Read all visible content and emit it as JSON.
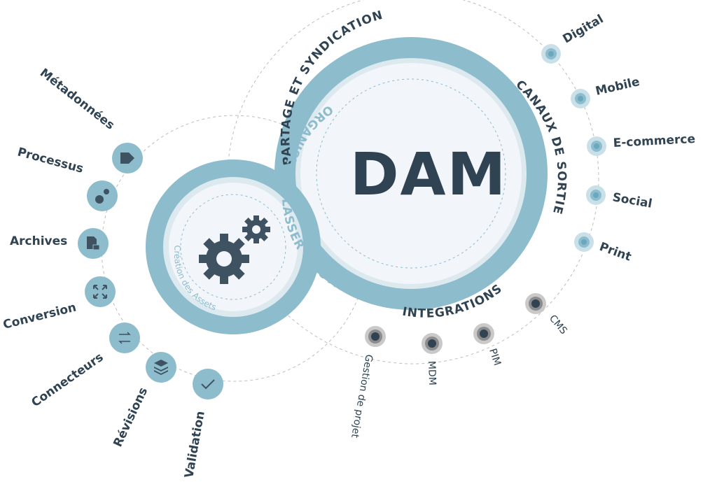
{
  "center": {
    "title": "DAM",
    "ring_top": "PARTAGE ET SYNDICATION",
    "ring_right": "CANAUX DE SORTIE",
    "ring_bottom": "INTEGRATIONS",
    "inner_arc": "ORGANISER - CLASSER - DISTRIBUER"
  },
  "secondary": {
    "arc_label": "Création des Assets",
    "icon": "gears-icon"
  },
  "left_nodes": [
    {
      "label": "Métadonnées",
      "icon": "tag-icon"
    },
    {
      "label": "Processus",
      "icon": "gears-icon"
    },
    {
      "label": "Archives",
      "icon": "file-lock-icon"
    },
    {
      "label": "Conversion",
      "icon": "expand-icon"
    },
    {
      "label": "Connecteurs",
      "icon": "arrows-exchange-icon"
    },
    {
      "label": "Révisions",
      "icon": "layers-icon"
    },
    {
      "label": "Validation",
      "icon": "check-icon"
    }
  ],
  "output_channels": [
    {
      "label": "Digital"
    },
    {
      "label": "Mobile"
    },
    {
      "label": "E-commerce"
    },
    {
      "label": "Social"
    },
    {
      "label": "Print"
    }
  ],
  "integrations": [
    {
      "label": "CMS"
    },
    {
      "label": "PIM"
    },
    {
      "label": "MDM"
    },
    {
      "label": "Gestion de projet"
    }
  ],
  "colors": {
    "ring": "#8dbccd",
    "ring_light": "#c9e0e9",
    "inner": "#f2f5f9",
    "dark": "#2f4352",
    "dashed": "#b8b8b8"
  }
}
